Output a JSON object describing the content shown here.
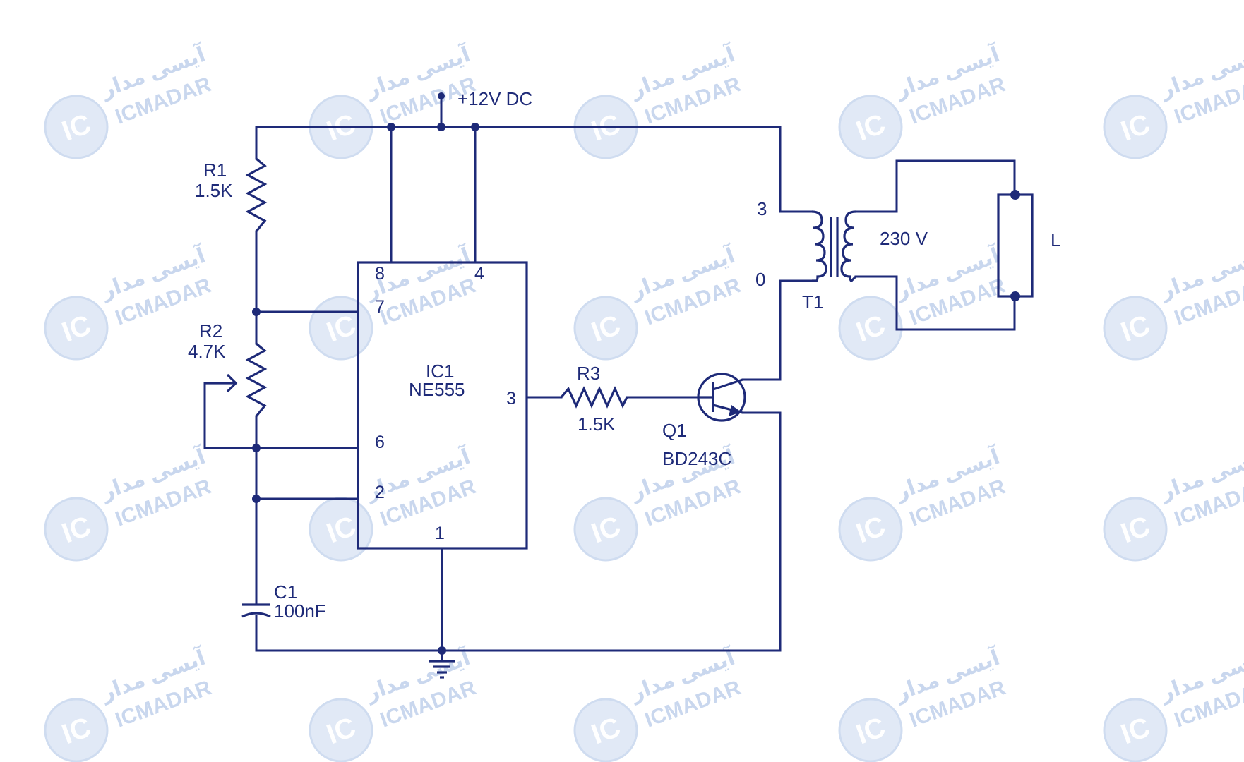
{
  "supply": {
    "label": "+12V DC"
  },
  "ic1": {
    "ref": "IC1",
    "part": "NE555",
    "pins": {
      "p8": "8",
      "p4": "4",
      "p7": "7",
      "p6": "6",
      "p2": "2",
      "p3": "3",
      "p1": "1"
    }
  },
  "r1": {
    "ref": "R1",
    "value": "1.5K"
  },
  "r2": {
    "ref": "R2",
    "value": "4.7K"
  },
  "r3": {
    "ref": "R3",
    "value": "1.5K"
  },
  "c1": {
    "ref": "C1",
    "value": "100nF"
  },
  "q1": {
    "ref": "Q1",
    "part": "BD243C"
  },
  "t1": {
    "ref": "T1",
    "tap_top": "3",
    "tap_bottom": "0",
    "secondary": "230  V"
  },
  "lamp": {
    "ref": "L"
  },
  "watermark": {
    "brand": "ICMADAR",
    "persian": "آیسی مدار",
    "badge": "IC"
  },
  "colors": {
    "ink": "#1e2a78",
    "watermark": "#c9d7ee"
  }
}
